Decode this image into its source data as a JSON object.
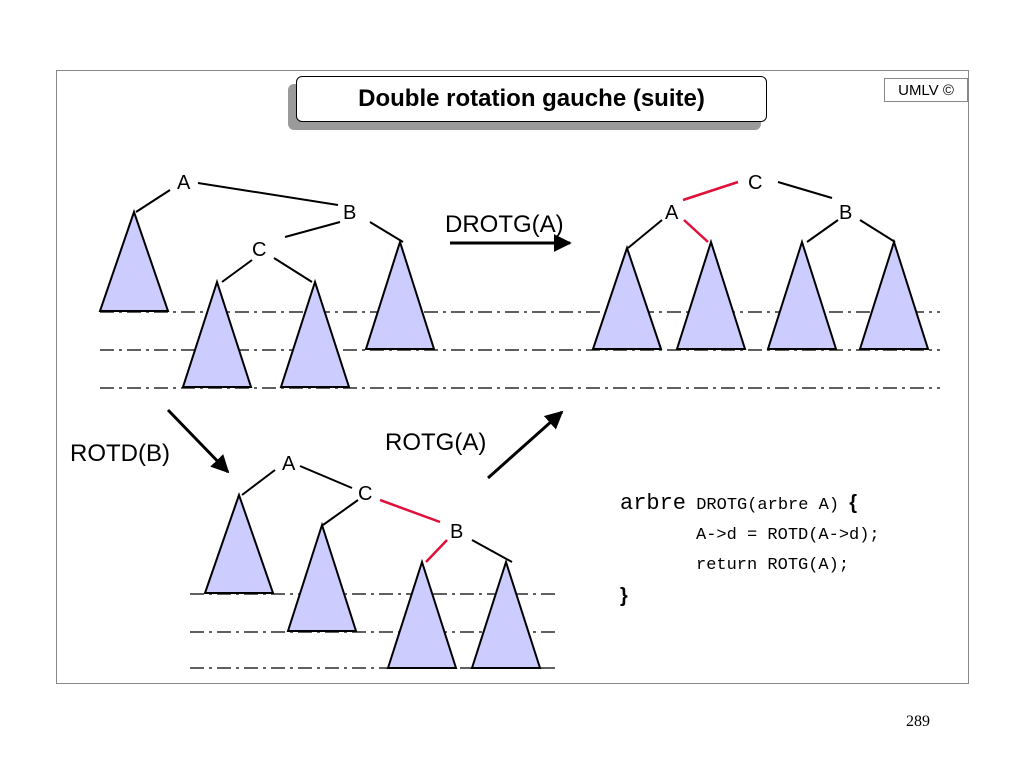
{
  "title": "Double rotation gauche (suite)",
  "badge": "UMLV ©",
  "page_number": "289",
  "node_labels": {
    "top_left": [
      "A",
      "B",
      "C"
    ],
    "top_right": [
      "C",
      "A",
      "B"
    ],
    "bottom": [
      "A",
      "C",
      "B"
    ]
  },
  "operations": {
    "drotg": "DROTG(A)",
    "rotd": "ROTD(B)",
    "rotg": "ROTG(A)"
  },
  "code": {
    "line1_type": "arbre",
    "line1_sig": "DROTG(arbre A)",
    "line1_brace": "{",
    "line2": "A->d = ROTD(A->d);",
    "line3": "return ROTG(A);",
    "line4": "}"
  },
  "colors": {
    "subtree_fill": "#ccccff",
    "changed_edge": "#e0103a"
  }
}
